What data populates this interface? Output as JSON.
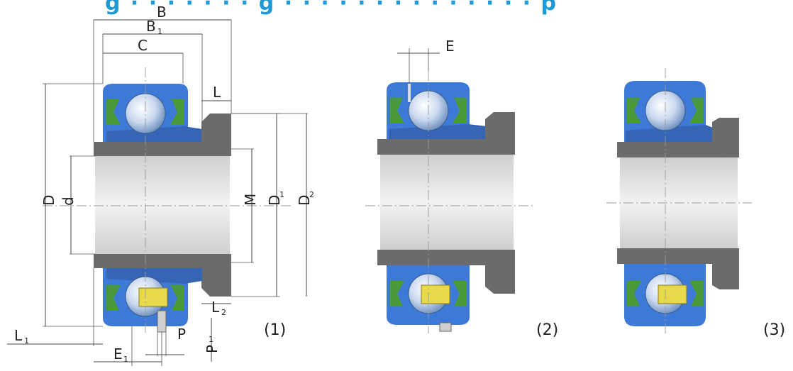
{
  "title_fragment": "g  ·  ·  ·  ·  ·  ·  · g  ·  ·  ·  ·  ·  ·  ·  ·  ·  ·  ·  ·  ·  · p",
  "labels": {
    "B": "B",
    "B1": "B",
    "B1_sub": "1",
    "C": "C",
    "L": "L",
    "D": "D",
    "d": "d",
    "M": "M",
    "D1": "D",
    "D1_sub": "1",
    "D2": "D",
    "D2_sub": "2",
    "L1": "L",
    "L1_sub": "1",
    "L2": "L",
    "L2_sub": "2",
    "E1": "E",
    "E1_sub": "1",
    "P": "P",
    "P1": "P",
    "P1_sub": "1",
    "E": "E"
  },
  "figures": [
    "(1)",
    "(2)",
    "(3)"
  ],
  "colors": {
    "ring_blue": "#3d79d6",
    "sleeve_gray": "#6b6b6b",
    "seal_green": "#4a9a3a",
    "cage_yellow": "#e8d94a",
    "bore_light": "#e2e2e2",
    "title_blue": "#1f9ad6"
  }
}
